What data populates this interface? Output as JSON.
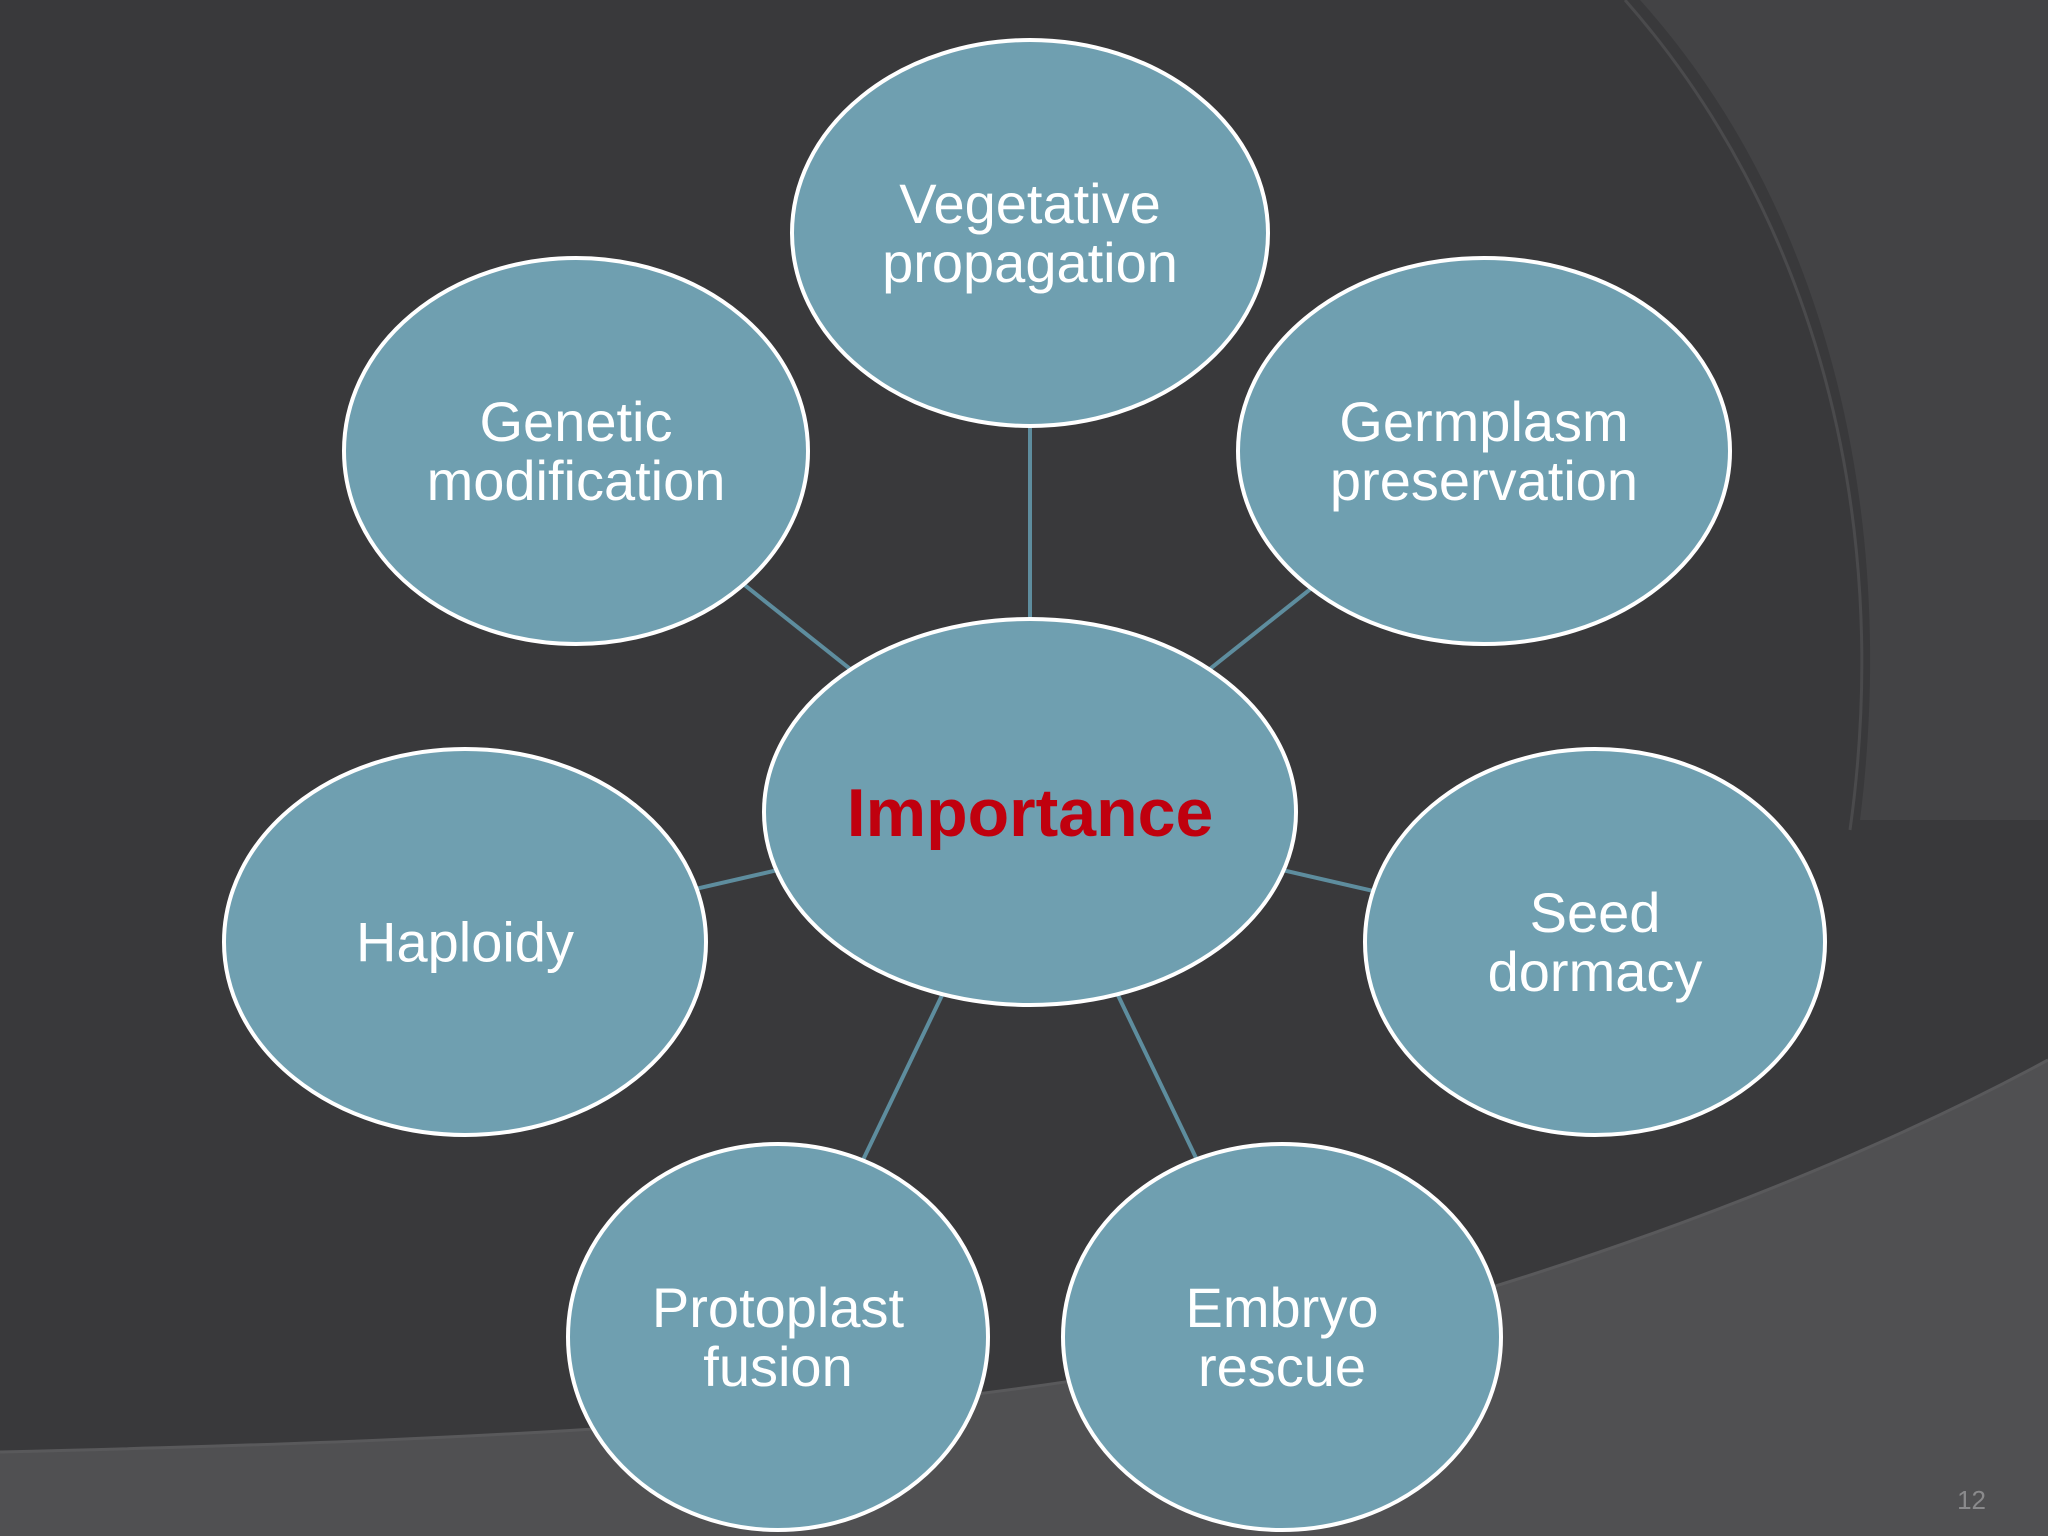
{
  "slide": {
    "page_number": "12",
    "colors": {
      "background": "#3a3a3c",
      "background_panel": "#424244",
      "node_fill": "#6f9fb0",
      "node_stroke": "#ffffff",
      "connector": "#5e8d9e",
      "center_text": "#c0000e",
      "node_text": "#ffffff"
    }
  },
  "diagram": {
    "center": {
      "lines": [
        "Importance"
      ]
    },
    "nodes": [
      {
        "id": "vegetative-propagation",
        "lines": [
          "Vegetative",
          "propagation"
        ]
      },
      {
        "id": "germplasm-preservation",
        "lines": [
          "Germplasm",
          "preservation"
        ]
      },
      {
        "id": "seed-dormacy",
        "lines": [
          "Seed",
          "dormacy"
        ]
      },
      {
        "id": "embryo-rescue",
        "lines": [
          "Embryo",
          "rescue"
        ]
      },
      {
        "id": "protoplast-fusion",
        "lines": [
          "Protoplast",
          "fusion"
        ]
      },
      {
        "id": "haploidy",
        "lines": [
          "Haploidy"
        ]
      },
      {
        "id": "genetic-modification",
        "lines": [
          "Genetic",
          "modification"
        ]
      }
    ]
  }
}
